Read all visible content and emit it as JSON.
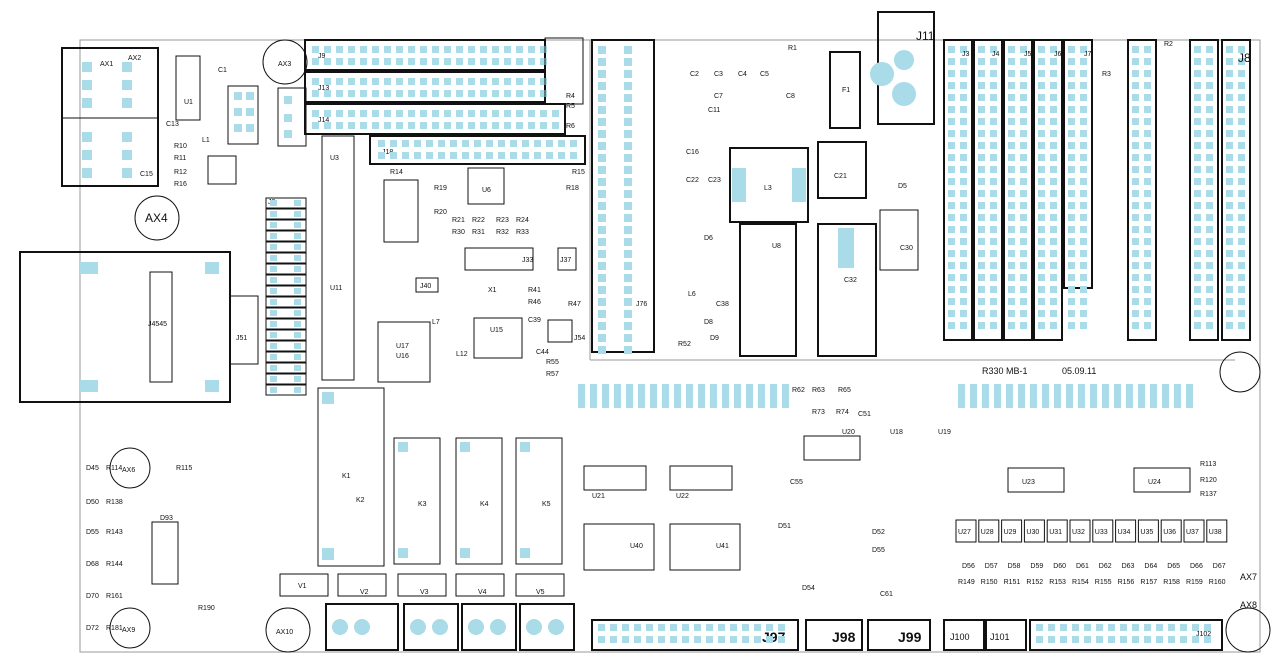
{
  "board": {
    "name_label": "R330 MB-1",
    "date_label": "05.09.11",
    "colors": {
      "pad": "#a9dbe8",
      "outline": "#111111",
      "background": "#ffffff",
      "board_edge": "#9a9a9a"
    }
  },
  "labels": {
    "ax1": "AX1",
    "ax2": "AX2",
    "ax3": "AX3",
    "ax4": "AX4",
    "ax6": "AX6",
    "ax7": "AX7",
    "ax8": "AX8",
    "ax9": "AX9",
    "ax10": "AX10",
    "j8": "J8",
    "j9": "J9",
    "j11": "J11",
    "j13": "J13",
    "j14": "J14",
    "j18": "J18",
    "j2": "J2",
    "j3": "J3",
    "j4": "J4",
    "j5": "J5",
    "j6": "J6",
    "j7": "J7",
    "j33": "J33",
    "j37": "J37",
    "j40": "J40",
    "j45": "J4545",
    "j51": "J51",
    "j54": "J54",
    "j76": "J76",
    "j97": "J97",
    "j98": "J98",
    "j99": "J99",
    "j100": "J100",
    "j101": "J101",
    "j102": "J102",
    "u1": "U1",
    "u3": "U3",
    "u6": "U6",
    "u8": "U8",
    "u11": "U11",
    "u15": "U15",
    "u17": "U17",
    "u16": "U16",
    "u18": "U18",
    "u19": "U19",
    "u20": "U20",
    "u21": "U21",
    "u22": "U22",
    "u23": "U23",
    "u24": "U24",
    "u40": "U40",
    "u41": "U41",
    "u27": "U27",
    "u28": "U28",
    "u29": "U29",
    "u30": "U30",
    "u31": "U31",
    "u32": "U32",
    "u33": "U33",
    "u34": "U34",
    "u35": "U35",
    "u36": "U36",
    "u37": "U37",
    "u38": "U38",
    "k1": "K1",
    "k2": "K2",
    "k3": "K3",
    "k4": "K4",
    "k5": "K5",
    "v1": "V1",
    "v2": "V2",
    "v3": "V3",
    "v4": "V4",
    "v5": "V5",
    "l3": "L3",
    "f1": "F1",
    "c21": "C21",
    "c32": "C32",
    "c30": "C30",
    "x1": "X1",
    "r1": "R1",
    "r2": "R2",
    "r3": "R3",
    "r4": "R4",
    "r5": "R5",
    "r6": "R6",
    "r10": "R10",
    "r11": "R11",
    "r12": "R12",
    "r16": "R16",
    "r14": "R14",
    "r15": "R15",
    "r18": "R18",
    "r19": "R19",
    "r20": "R20",
    "r21": "R21",
    "r22": "R22",
    "r23": "R23",
    "r24": "R24",
    "r30": "R30",
    "r31": "R31",
    "r32": "R32",
    "r33": "R33",
    "r41": "R41",
    "r46": "R46",
    "r47": "R47",
    "r52": "R52",
    "r55": "R55",
    "r57": "R57",
    "r62": "R62",
    "r63": "R63",
    "r65": "R65",
    "r73": "R73",
    "r74": "R74",
    "r113": "R113",
    "r120": "R120",
    "r137": "R137",
    "r149": "R149",
    "r150": "R150",
    "r151": "R151",
    "r152": "R152",
    "r153": "R153",
    "r154": "R154",
    "r155": "R155",
    "r156": "R156",
    "r157": "R157",
    "r158": "R158",
    "r159": "R159",
    "r160": "R160",
    "d5": "D5",
    "d6": "D6",
    "d8": "D8",
    "d9": "D9",
    "l1": "L1",
    "l6": "L6",
    "l7": "L7",
    "l12": "L12",
    "c1": "C1",
    "c2": "C2",
    "c3": "C3",
    "c4": "C4",
    "c5": "C5",
    "c7": "C7",
    "c8": "C8",
    "c11": "C11",
    "c13": "C13",
    "c15": "C15",
    "c16": "C16",
    "c22": "C22",
    "c23": "C23",
    "c38": "C38",
    "c39": "C39",
    "c44": "C44",
    "c51": "C51",
    "c55": "C55",
    "c61": "C61",
    "d45": "D45",
    "d50": "D50",
    "d55": "D55",
    "d68": "D68",
    "d70": "D70",
    "d72": "D72",
    "d93": "D93",
    "d51": "D51",
    "d52": "D52",
    "d54": "D54",
    "d56": "D56",
    "d57": "D57",
    "d58": "D58",
    "d59": "D59",
    "d60": "D60",
    "d61": "D61",
    "d62": "D62",
    "d63": "D63",
    "d64": "D64",
    "d65": "D65",
    "d66": "D66",
    "d67": "D67",
    "r114": "R114",
    "r138": "R138",
    "r143": "R143",
    "r144": "R144",
    "r161": "R161",
    "r181": "R181",
    "r190": "R190",
    "r115": "R115"
  }
}
